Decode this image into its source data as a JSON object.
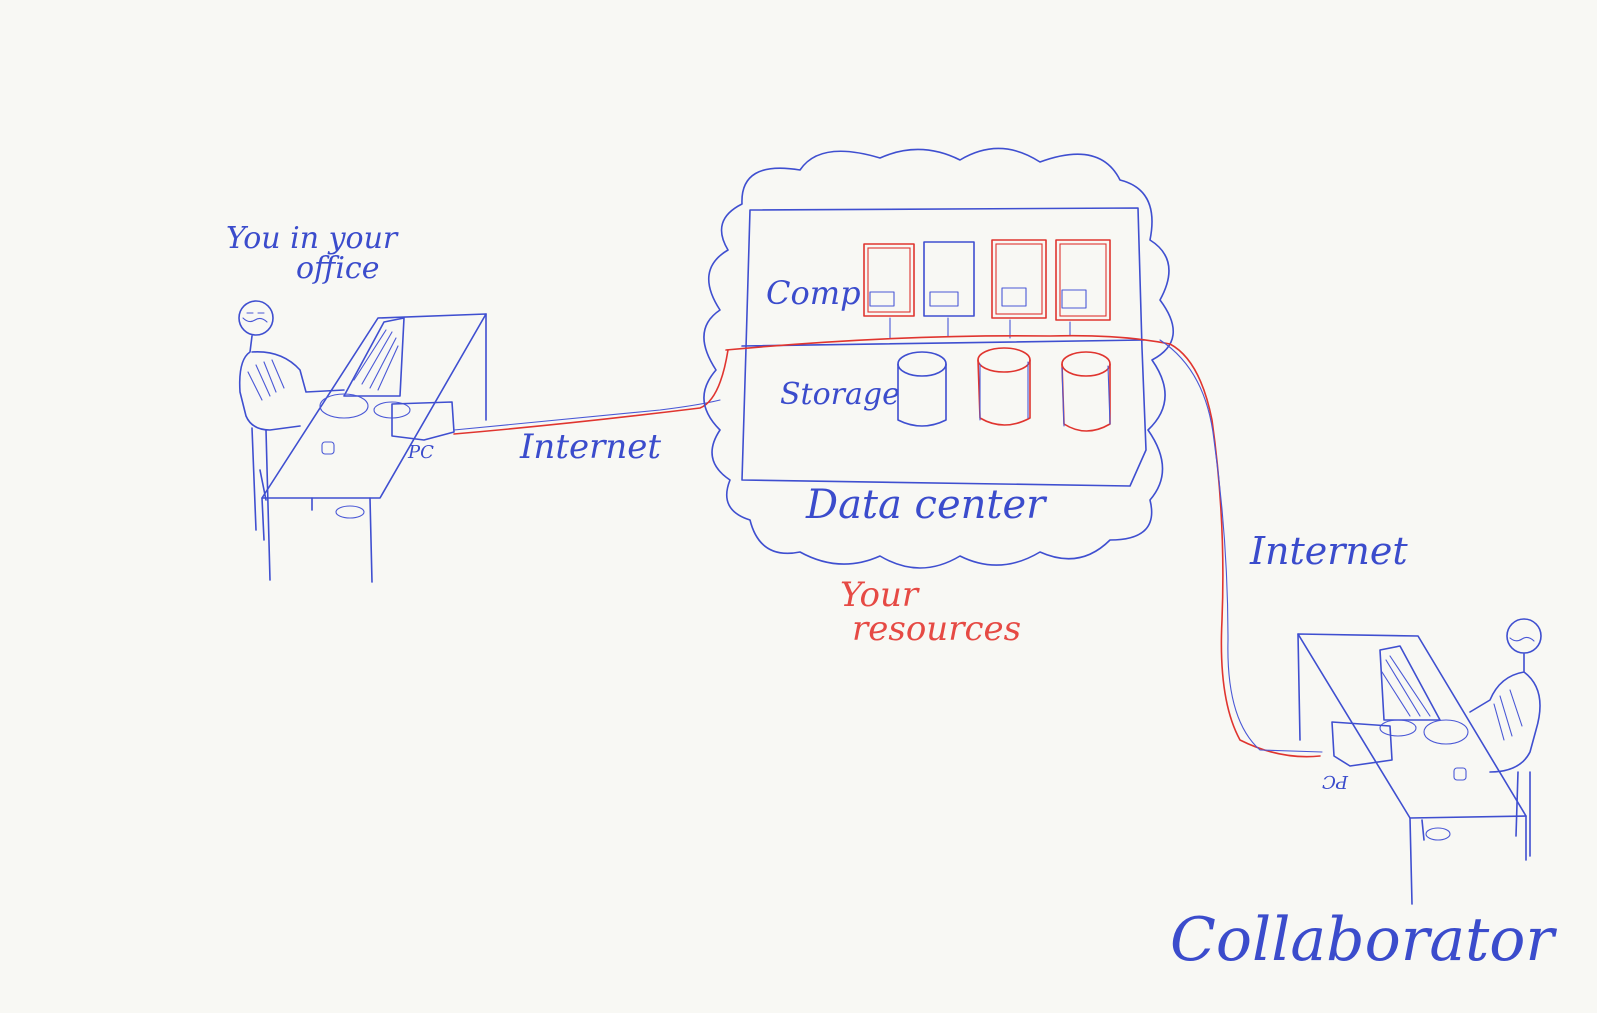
{
  "diagram": {
    "labels": {
      "you": "You in your office",
      "you_line1": "You in your",
      "you_line2": "office",
      "pc_left": "PC",
      "pc_right": "PC",
      "internet_left": "Internet",
      "internet_right": "Internet",
      "compute": "Comp",
      "storage": "Storage",
      "data_center": "Data center",
      "your_resources_line1": "Your",
      "your_resources_line2": "resources",
      "collaborator": "Collaborator"
    },
    "colors": {
      "ink_blue": "#3f4fd0",
      "ink_red": "#e0352f",
      "paper": "#f8f8f4"
    }
  }
}
